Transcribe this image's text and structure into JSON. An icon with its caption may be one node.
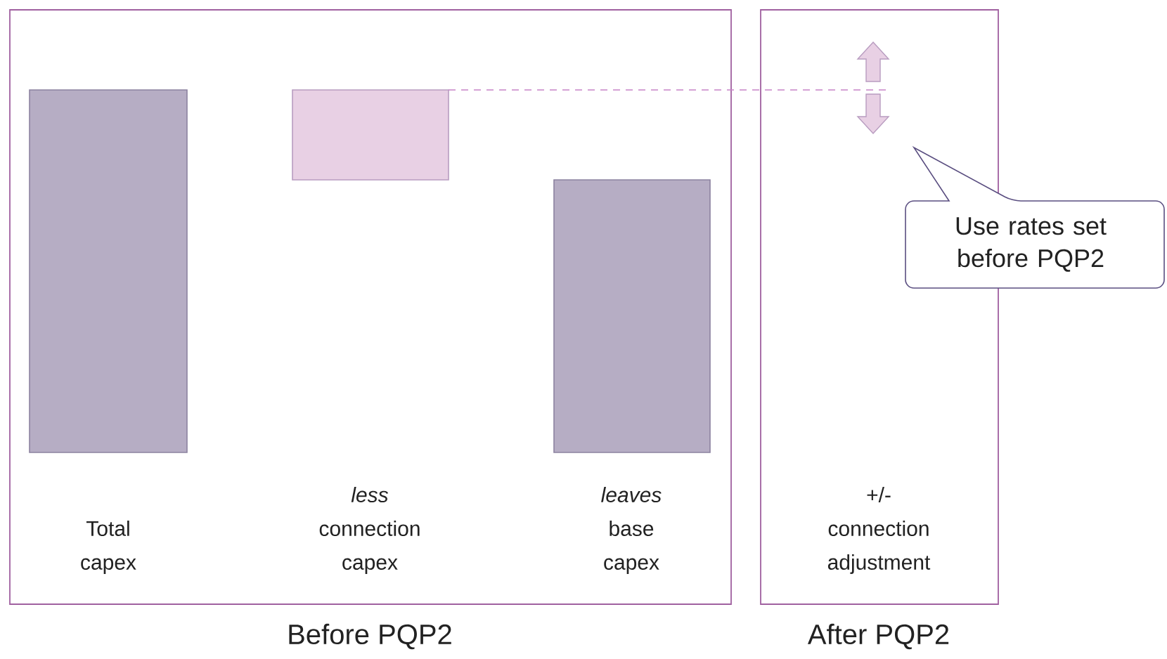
{
  "diagram": {
    "nodes": [
      {
        "text": [
          "Before PQP2"
        ]
      },
      {
        "text": [
          "After PQP2"
        ]
      },
      {
        "text": [],
        "shape": "bar",
        "in": 0
      },
      {
        "text": [],
        "shape": "bar",
        "in": 0
      },
      {
        "text": [],
        "shape": "bar",
        "in": 0
      },
      {
        "text": [
          "Use rates set before PQP2"
        ]
      },
      {
        "text": [],
        "shape": "picture",
        "in": 1
      }
    ],
    "edges": [
      {
        "from": 3,
        "to": 6,
        "arrow": "none",
        "style": "dashed"
      }
    ],
    "labels": [
      "Total capex",
      "*less* connection capex",
      "*leaves* base capex",
      "+/- connection adjustment"
    ]
  }
}
